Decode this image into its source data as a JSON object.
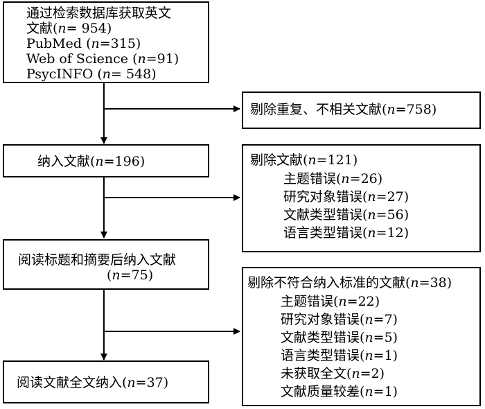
{
  "search": {
    "line1": "通过检索数据库获取英文",
    "line2": {
      "pre": "文献(",
      "n": "n",
      "post": "= 954)"
    },
    "sources": [
      {
        "pre": "PubMed (",
        "n": "n",
        "post": "=315)"
      },
      {
        "pre": "Web of Science (",
        "n": "n",
        "post": "=91)"
      },
      {
        "pre": "PsycINFO (",
        "n": "n",
        "post": "= 548)"
      }
    ]
  },
  "excl1": {
    "pre": "剔除重复、不相关文献(",
    "n": "n",
    "post": "=758)"
  },
  "included1": {
    "pre": "纳入文献(",
    "n": "n",
    "post": "=196)"
  },
  "excl2": {
    "title": {
      "pre": "剔除文献(",
      "n": "n",
      "post": "=121)"
    },
    "items": [
      {
        "pre": "主题错误(",
        "n": "n",
        "post": "=26)"
      },
      {
        "pre": "研究对象错误(",
        "n": "n",
        "post": "=27)"
      },
      {
        "pre": "文献类型错误(",
        "n": "n",
        "post": "=56)"
      },
      {
        "pre": "语言类型错误(",
        "n": "n",
        "post": "=12)"
      }
    ]
  },
  "included2": {
    "line1": "阅读标题和摘要后纳入文献",
    "line2": {
      "pre": "(",
      "n": "n",
      "post": "=75)"
    }
  },
  "excl3": {
    "title": {
      "pre": "剔除不符合纳入标准的文献(",
      "n": "n",
      "post": "=38)"
    },
    "items": [
      {
        "pre": "主题错误(",
        "n": "n",
        "post": "=22)"
      },
      {
        "pre": "研究对象错误(",
        "n": "n",
        "post": "=7)"
      },
      {
        "pre": "文献类型错误(",
        "n": "n",
        "post": "=5)"
      },
      {
        "pre": "语言类型错误(",
        "n": "n",
        "post": "=1)"
      },
      {
        "pre": "未获取全文(",
        "n": "n",
        "post": "=2)"
      },
      {
        "pre": "文献质量较差(",
        "n": "n",
        "post": "=1)"
      }
    ]
  },
  "included3": {
    "pre": "阅读文献全文纳入(",
    "n": "n",
    "post": "=37)"
  }
}
